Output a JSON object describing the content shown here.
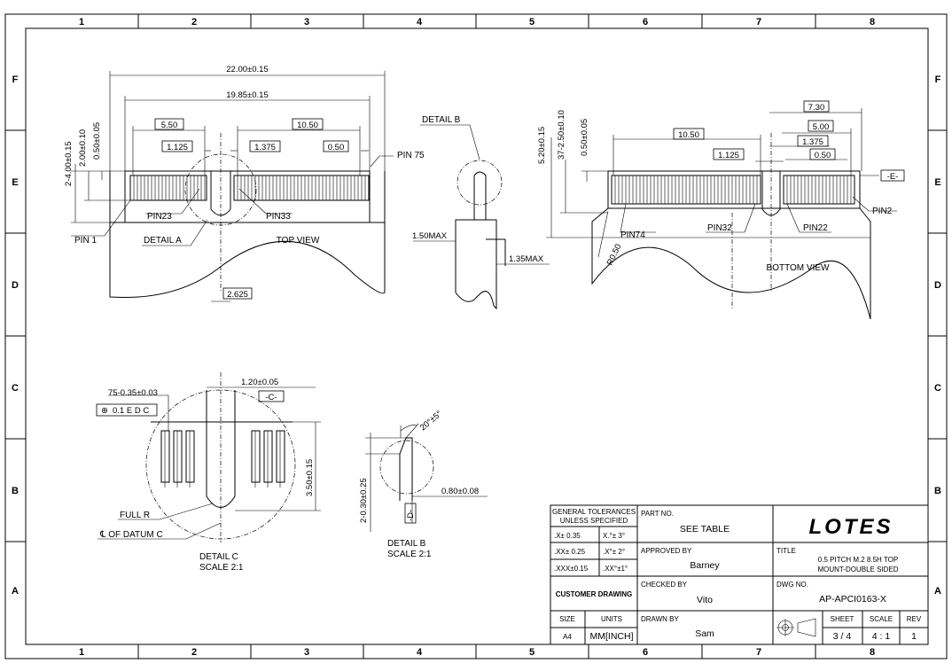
{
  "frame": {
    "columns": [
      "1",
      "2",
      "3",
      "4",
      "5",
      "6",
      "7",
      "8"
    ],
    "rows": [
      "F",
      "E",
      "D",
      "C",
      "B",
      "A"
    ]
  },
  "top_view": {
    "title": "TOP VIEW",
    "dims": {
      "overall": "22.00±0.15",
      "inner": "19.85±0.15",
      "left_group": "5.50",
      "right_group": "10.50",
      "key_left": "1.125",
      "key_right": "1.375",
      "pitch": "0.50",
      "key_width": "2.625",
      "height_total": "2-4.00±0.15",
      "height_mid": "2.00±0.10",
      "height_small": "0.50±0.05"
    },
    "labels": {
      "pin75": "PIN 75",
      "pin1": "PIN 1",
      "pin23": "PIN23",
      "pin33": "PIN33",
      "detail_a": "DETAIL A"
    }
  },
  "detail_b_side": {
    "title": "DETAIL B",
    "dim_max_a": "1.50MAX",
    "dim_max_b": "1.35MAX"
  },
  "bottom_view": {
    "title": "BOTTOM VIEW",
    "dims": {
      "d730": "7.30",
      "d500": "5.00",
      "d1375": "1.375",
      "d050": "0.50",
      "d1050": "10.50",
      "d1125": "1.125",
      "h520": "5.20±0.15",
      "h37": "37-2.50±0.10",
      "h050": "0.50±0.05",
      "radius": "R0.50"
    },
    "labels": {
      "datum_e": "-E-",
      "pin2": "PIN2",
      "pin74": "PIN74",
      "pin32": "PIN32",
      "pin22": "PIN22"
    }
  },
  "detail_c": {
    "title": "DETAIL C",
    "scale": "SCALE 2:1",
    "dim_pins": "75-0.35±0.03",
    "tolerance": "0.1 E D C",
    "dim_width": "1.20±0.05",
    "datum": "-C-",
    "dim_height": "3.50±0.15",
    "full_r": "FULL R",
    "datum_c": "℄ OF DATUM C"
  },
  "detail_b": {
    "title": "DETAIL B",
    "scale": "SCALE 2:1",
    "angle": "20°±5°",
    "dim_h": "2-0.30±0.25",
    "dim_w": "0.80±0.08",
    "datum": "-D-"
  },
  "title_block": {
    "general_tol_title": "GENERAL TOLERANCES",
    "general_tol_sub": "UNLESS SPECIFIED",
    "tol_x": ".X± 0.35",
    "tol_ang1": "X.°± 3°",
    "tol_xx": ".XX± 0.25",
    "tol_ang2": ".X°± 2°",
    "tol_xxx": ".XXX±0.15",
    "tol_ang3": ".XX°±1°",
    "customer": "CUSTOMER DRAWING",
    "size_label": "SIZE",
    "units_label": "UNITS",
    "size": "A4",
    "units": "MM[INCH]",
    "part_no_label": "PART NO.",
    "part_no": "SEE TABLE",
    "approved_label": "APPROVED BY",
    "approved": "Barney",
    "checked_label": "CHECKED BY",
    "checked": "Vito",
    "drawn_label": "DRAWN BY",
    "drawn": "Sam",
    "logo": "LOTES",
    "title_label": "TITLE",
    "title_line1": "0.5 PITCH M.2 8.5H TOP",
    "title_line2": "MOUNT-DOUBLE SIDED",
    "dwg_label": "DWG NO.",
    "dwg_no": "AP-APCI0163-X",
    "sheet_label": "SHEET",
    "scale_label": "SCALE",
    "rev_label": "REV",
    "sheet": "3 / 4",
    "scale": "4 : 1",
    "rev": "1"
  }
}
